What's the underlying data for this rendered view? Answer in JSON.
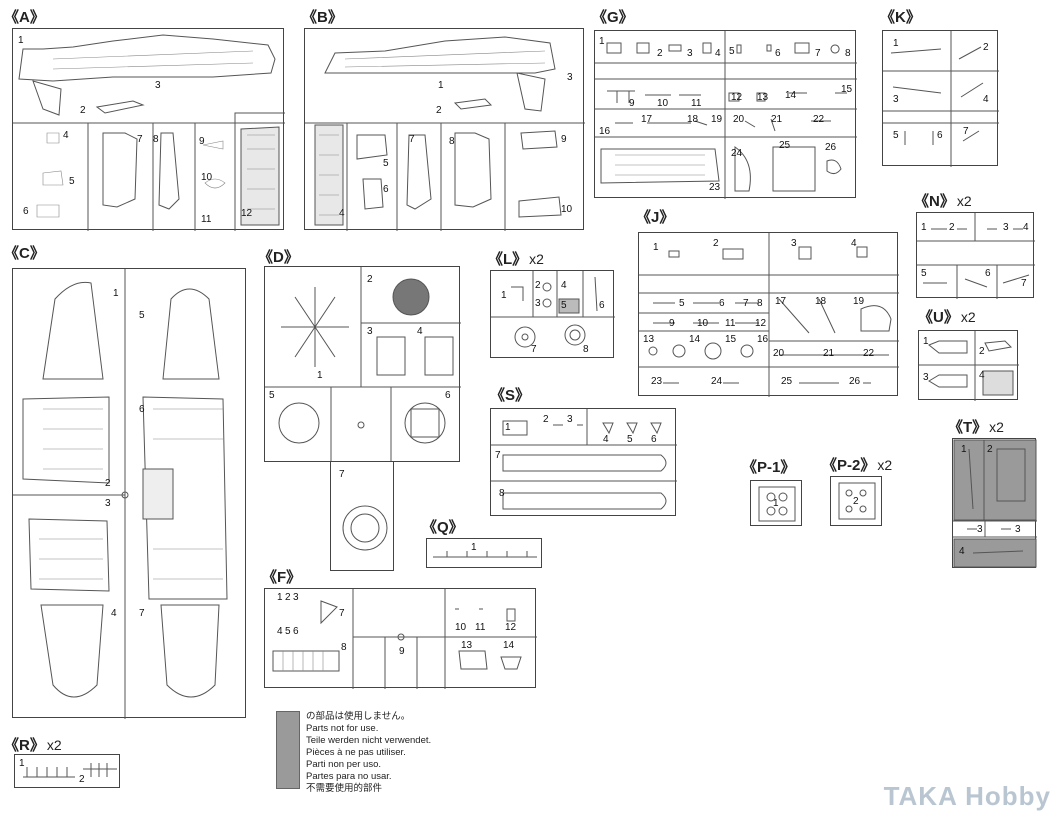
{
  "sprues": {
    "A": {
      "title": "《A》",
      "qty": ""
    },
    "B": {
      "title": "《B》",
      "qty": ""
    },
    "C": {
      "title": "《C》",
      "qty": ""
    },
    "D": {
      "title": "《D》",
      "qty": ""
    },
    "F": {
      "title": "《F》",
      "qty": ""
    },
    "G": {
      "title": "《G》",
      "qty": ""
    },
    "J": {
      "title": "《J》",
      "qty": ""
    },
    "K": {
      "title": "《K》",
      "qty": ""
    },
    "L": {
      "title": "《L》",
      "qty": "x2"
    },
    "N": {
      "title": "《N》",
      "qty": "x2"
    },
    "P1": {
      "title": "《P-1》",
      "qty": ""
    },
    "P2": {
      "title": "《P-2》",
      "qty": "x2"
    },
    "Q": {
      "title": "《Q》",
      "qty": ""
    },
    "R": {
      "title": "《R》",
      "qty": "x2"
    },
    "S": {
      "title": "《S》",
      "qty": ""
    },
    "T": {
      "title": "《T》",
      "qty": "x2"
    },
    "U": {
      "title": "《U》",
      "qty": "x2"
    }
  },
  "part_numbers": {
    "A": [
      "1",
      "2",
      "3",
      "4",
      "5",
      "6",
      "7",
      "8",
      "9",
      "10",
      "11",
      "12"
    ],
    "B": [
      "1",
      "2",
      "3",
      "4",
      "5",
      "6",
      "7",
      "8",
      "9",
      "10"
    ],
    "C": [
      "1",
      "2",
      "3",
      "4",
      "5",
      "6",
      "7"
    ],
    "D": [
      "1",
      "2",
      "3",
      "4",
      "5",
      "6",
      "7"
    ],
    "F": [
      "1",
      "2",
      "3",
      "4",
      "5",
      "6",
      "7",
      "8",
      "9",
      "10",
      "11",
      "12",
      "13",
      "14"
    ],
    "G": [
      "1",
      "2",
      "3",
      "4",
      "5",
      "6",
      "7",
      "8",
      "9",
      "10",
      "11",
      "12",
      "13",
      "14",
      "15",
      "16",
      "17",
      "18",
      "19",
      "20",
      "21",
      "22",
      "23",
      "24",
      "25",
      "26"
    ],
    "J": [
      "1",
      "2",
      "3",
      "4",
      "5",
      "6",
      "7",
      "8",
      "9",
      "10",
      "11",
      "12",
      "13",
      "14",
      "15",
      "16",
      "17",
      "18",
      "19",
      "20",
      "21",
      "22",
      "23",
      "24",
      "25",
      "26"
    ],
    "K": [
      "1",
      "2",
      "3",
      "4",
      "5",
      "6",
      "7"
    ],
    "L": [
      "1",
      "2",
      "3",
      "4",
      "5",
      "6",
      "7",
      "8"
    ],
    "N": [
      "1",
      "2",
      "3",
      "4",
      "5",
      "6",
      "7"
    ],
    "P1": [
      "1"
    ],
    "P2": [
      "2"
    ],
    "Q": [
      "1"
    ],
    "R": [
      "1",
      "2"
    ],
    "S": [
      "1",
      "2",
      "3",
      "4",
      "5",
      "6",
      "7",
      "8"
    ],
    "T": [
      "1",
      "2",
      "3",
      "3",
      "4"
    ],
    "U": [
      "1",
      "2",
      "3",
      "4"
    ]
  },
  "legend": {
    "lines": [
      "の部品は使用しません。",
      "Parts not for use.",
      "Teile werden nicht verwendet.",
      "Pièces à ne pas utiliser.",
      "Parti non per uso.",
      "Partes para no usar.",
      "不需要使用的部件"
    ],
    "swatch_color": "#9a9a9a"
  },
  "watermark": "TAKA Hobby"
}
